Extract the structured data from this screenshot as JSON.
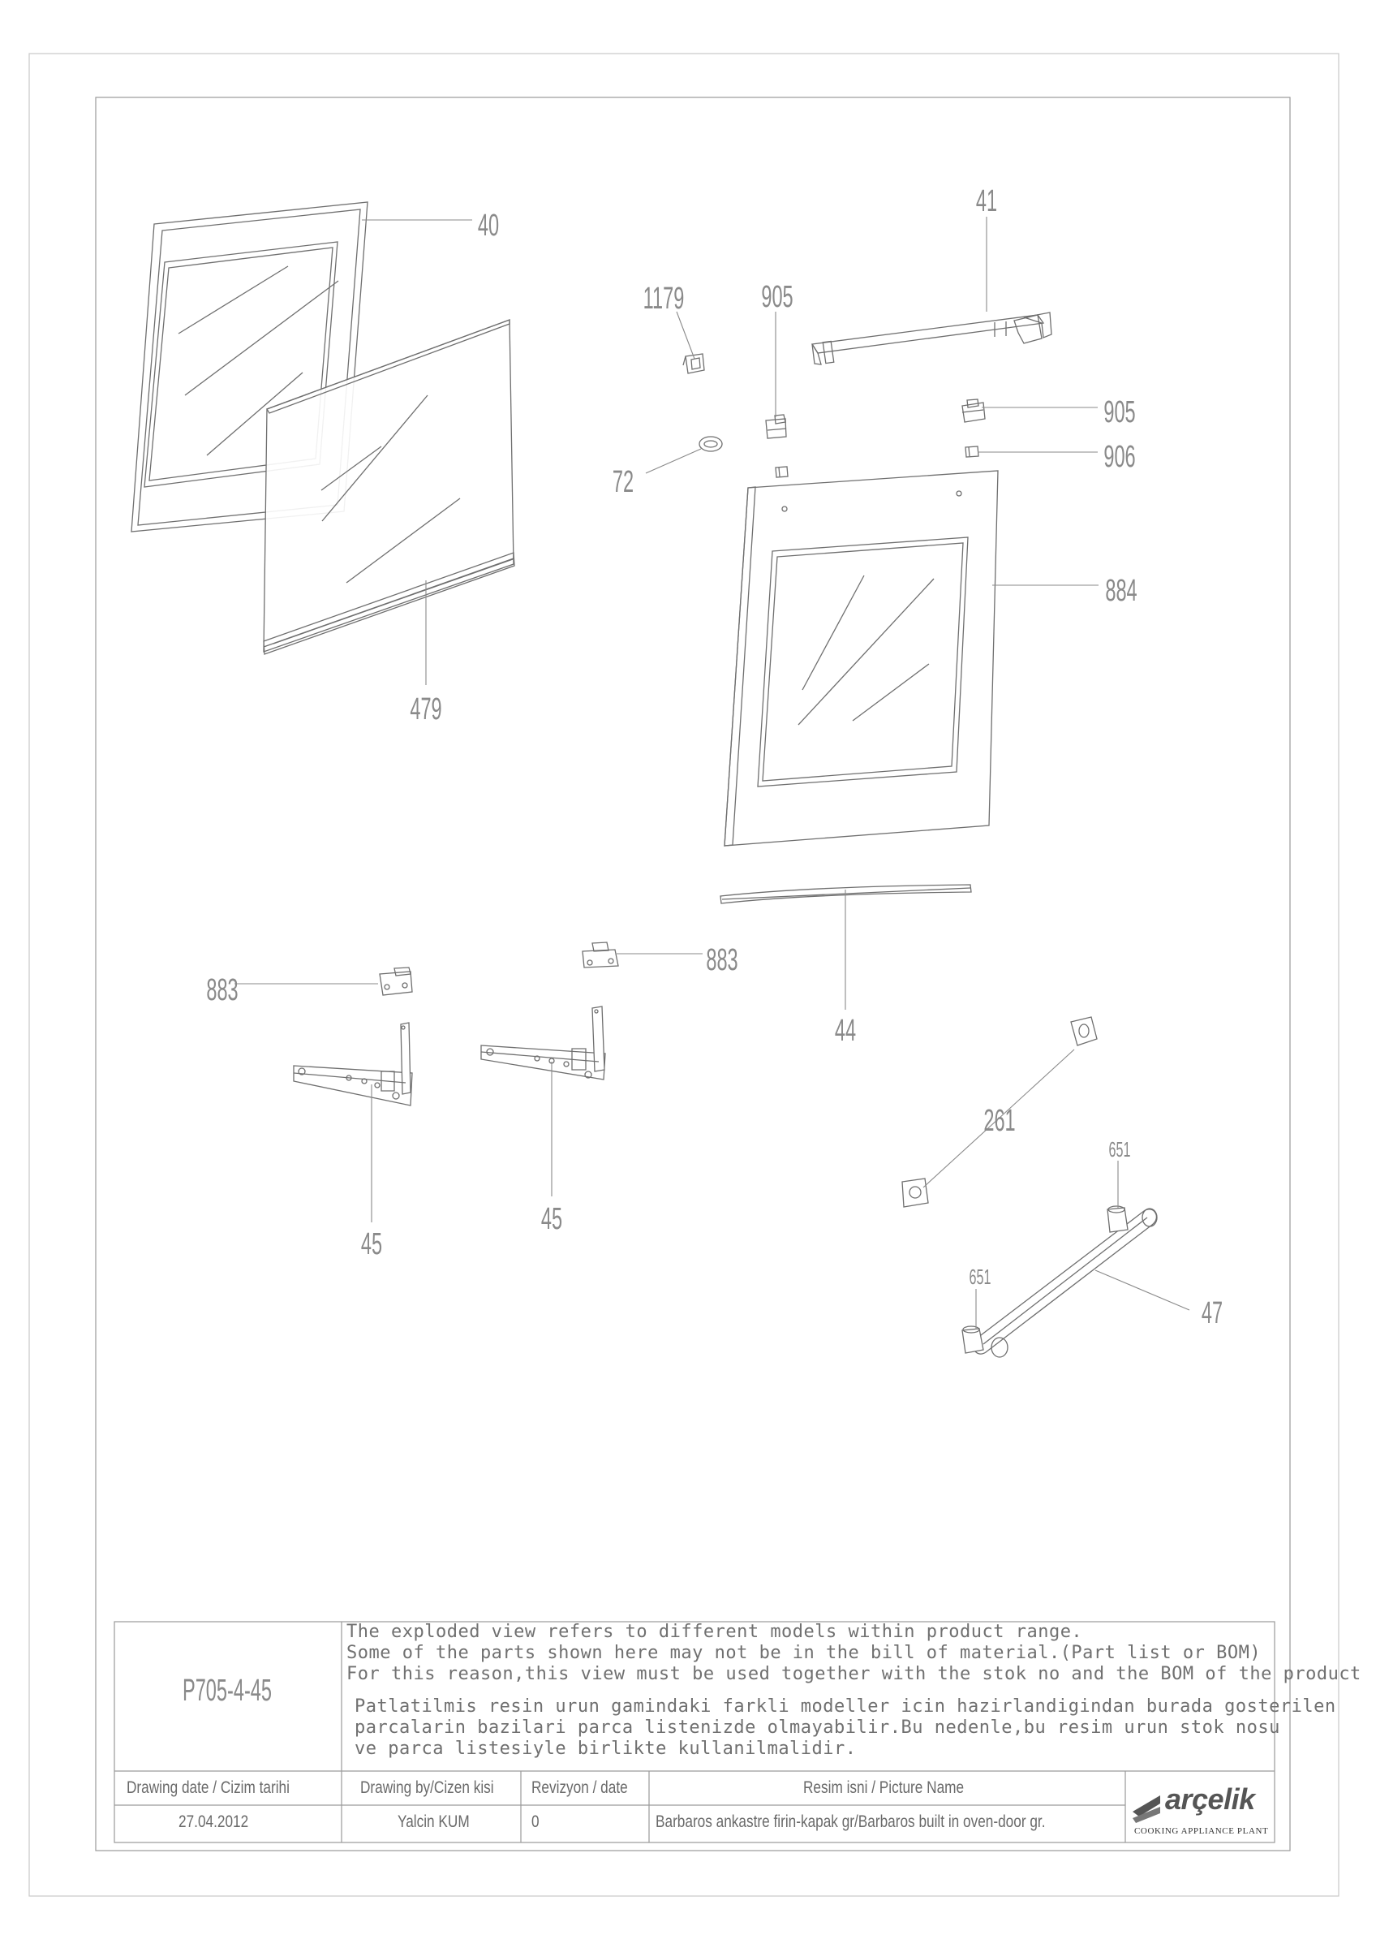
{
  "callouts": [
    {
      "id": "p40",
      "label": "40"
    },
    {
      "id": "p41",
      "label": "41"
    },
    {
      "id": "p1179",
      "label": "1179"
    },
    {
      "id": "p905a",
      "label": "905"
    },
    {
      "id": "p905b",
      "label": "905"
    },
    {
      "id": "p906",
      "label": "906"
    },
    {
      "id": "p72",
      "label": "72"
    },
    {
      "id": "p884",
      "label": "884"
    },
    {
      "id": "p479",
      "label": "479"
    },
    {
      "id": "p44",
      "label": "44"
    },
    {
      "id": "p883a",
      "label": "883"
    },
    {
      "id": "p883b",
      "label": "883"
    },
    {
      "id": "p45a",
      "label": "45"
    },
    {
      "id": "p45b",
      "label": "45"
    },
    {
      "id": "p261",
      "label": "261"
    },
    {
      "id": "p651a",
      "label": "651"
    },
    {
      "id": "p651b",
      "label": "651"
    },
    {
      "id": "p47",
      "label": "47"
    }
  ],
  "title_block": {
    "code": "P705-4-45",
    "notes_en": [
      "The exploded view refers to different models within product range.",
      "Some of the parts shown here may not be in the bill of material.(Part list or BOM)",
      "For this reason,this view must be used together with the stok no and the BOM of the product"
    ],
    "notes_tr": [
      "Patlatilmis resin urun gamindaki farkli modeller icin hazirlandigindan burada gosterilen",
      "parcalarin bazilari parca listenizde olmayabilir.Bu nedenle,bu resim urun stok nosu",
      "ve parca listesiyle birlikte kullanilmalidir."
    ],
    "headers": {
      "drawing_date": "Drawing date / Cizim tarihi",
      "drawing_by": "Drawing by/Cizen kisi",
      "revision": "Revizyon / date",
      "picture_name": "Resim isni / Picture Name"
    },
    "values": {
      "drawing_date": "27.04.2012",
      "drawing_by": "Yalcin KUM",
      "revision": "0",
      "picture_name": "Barbaros ankastre firin-kapak gr/Barbaros built in oven-door gr."
    },
    "brand": {
      "name": "arçelik",
      "subtitle": "COOKING APPLIANCE PLANT"
    }
  }
}
